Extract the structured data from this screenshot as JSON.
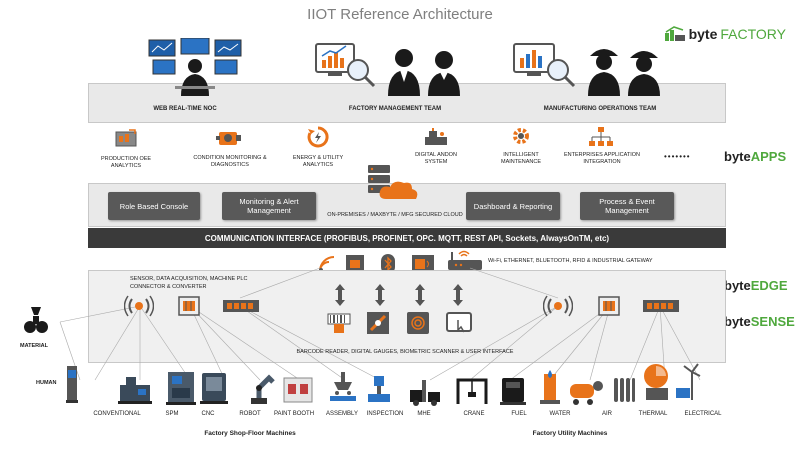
{
  "title": "IIOT Reference Architecture",
  "logo": {
    "prefix": "byte",
    "suffix": "FACTORY"
  },
  "teams": [
    {
      "label": "WEB REAL-TIME NOC"
    },
    {
      "label": "FACTORY MANAGEMENT TEAM"
    },
    {
      "label": "MANUFACTURING OPERATIONS TEAM"
    }
  ],
  "apps": [
    {
      "label": "PRODUCTION  OEE ANALYTICS"
    },
    {
      "label": "CONDITION MONITORING & DIAGNOSTICS"
    },
    {
      "label": "ENERGY & UTILITY ANALYTICS"
    },
    {
      "label": "DIGITAL ANDON SYSTEM"
    },
    {
      "label": "INTELLIGENT MAINTENANCE"
    },
    {
      "label": "ENTERPRISES  APPLICATION INTEGRATION"
    }
  ],
  "apps_more": "•••••••",
  "layers": {
    "apps": {
      "prefix": "byte",
      "suffix": "APPS"
    },
    "edge": {
      "prefix": "byte",
      "suffix": "EDGE"
    },
    "sense": {
      "prefix": "byte",
      "suffix": "SENSE"
    }
  },
  "cloud_buttons": [
    "Role Based Console",
    "Monitoring & Alert Management",
    "Dashboard & Reporting",
    "Process & Event Management"
  ],
  "cloud_label": "ON-PREMISES / MAXBYTE / MFG SECURED CLOUD",
  "comm_interface": "COMMUNICATION INTERFACE (PROFIBUS, PROFINET, OPC. MQTT, REST API, Sockets, AlwaysOnTM, etc)",
  "gateway_label": "Wi-Fi, ETHERNET, BLUETOOTH, RFID & INDUSTRIAL GATEWAY",
  "sensor_label": "SENSOR, DATA ACQUISITION,  MACHINE PLC CONNECTOR & CONVERTER",
  "reader_label": "BARCODE READER, DIGITAL GAUGES, BIOMETRIC SCANNER & USER INTERFACE",
  "material_label": "MATERIAL",
  "human_label": "HUMAN",
  "shopfloor_machines": [
    "CONVENTIONAL",
    "SPM",
    "CNC",
    "ROBOT",
    "PAINT BOOTH",
    "ASSEMBLY",
    "INSPECTION"
  ],
  "utility_machines": [
    "MHE",
    "CRANE",
    "FUEL",
    "WATER",
    "AIR",
    "THERMAL",
    "ELECTRICAL"
  ],
  "shopfloor_title": "Factory Shop-Floor Machines",
  "utility_title": "Factory Utility Machines",
  "colors": {
    "green": "#4fa83d",
    "orange": "#e8731a",
    "dark": "#3a3a3a",
    "button": "#595959"
  }
}
